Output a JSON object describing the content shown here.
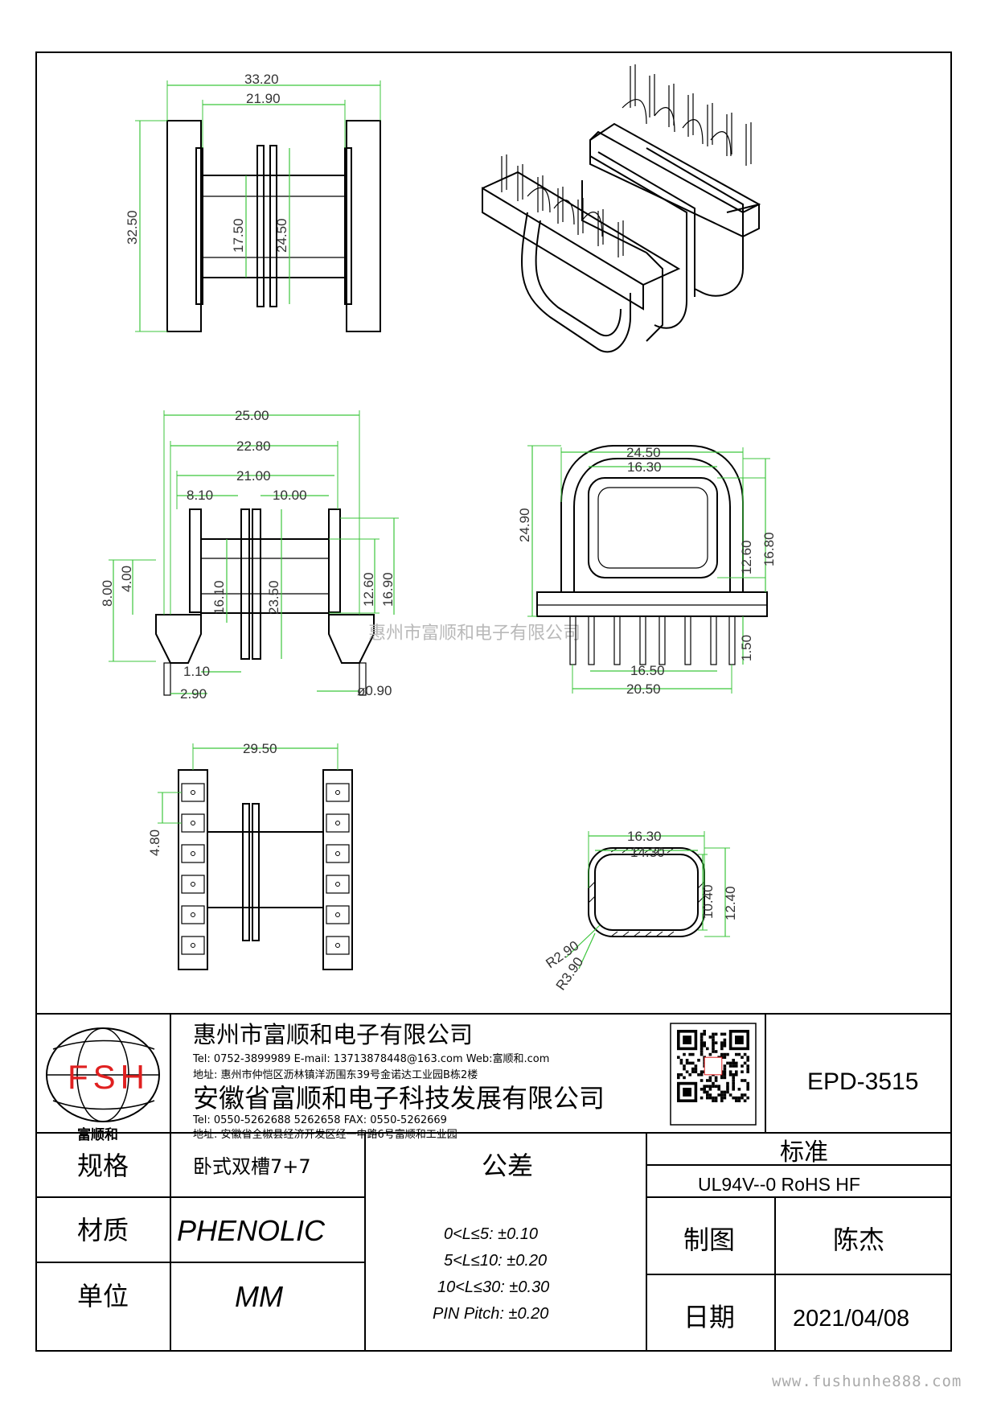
{
  "drawing": {
    "top_view": {
      "overall_width": "33.20",
      "inner_width": "21.90",
      "height": "32.50",
      "core_height": "17.50",
      "flange_height": "24.50"
    },
    "front_view": {
      "w1": "25.00",
      "w2": "22.80",
      "w3": "21.00",
      "left_slot": "8.10",
      "right_slot": "10.00",
      "h8": "8.00",
      "h4": "4.00",
      "h1610": "16.10",
      "h2350": "23.50",
      "h1260": "12.60",
      "h1690": "16.90",
      "flange": "1.10",
      "pin_off": "2.90",
      "pin_dia": "ø0.90"
    },
    "side_view": {
      "width": "24.50",
      "inner": "16.30",
      "height": "24.90",
      "h1260": "12.60",
      "h1680": "16.80",
      "pin_span": "16.50",
      "base": "20.50",
      "pin_len": "1.50"
    },
    "bottom_view": {
      "length": "29.50",
      "pitch": "4.80"
    },
    "section_view": {
      "outer_w": "16.30",
      "inner_w": "14.30",
      "inner_h": "10.40",
      "outer_h": "12.40",
      "r_in": "R2.90",
      "r_out": "R3.90"
    },
    "watermark": "惠州市富顺和电子有限公司"
  },
  "title_block": {
    "logo_text": "FSH",
    "logo_caption": "富顺和",
    "company1": "惠州市富顺和电子有限公司",
    "company1_contact": "Tel:  0752-3899989   E-mail: 13713878448@163.com  Web:富顺和.com",
    "company1_address": "地址: 惠州市仲恺区沥林镇洋沥围东39号金诺达工业园B栋2楼",
    "company2": "安徽省富顺和电子科技发展有限公司",
    "company2_contact": "Tel:   0550-5262688  5262658      FAX:  0550-5262669",
    "company2_address": "地址: 安徽省全椒县经济开发区经一中路6号富顺和工业园",
    "part_no": "EPD-3515",
    "spec_label": "规格",
    "spec_value": "卧式双槽7+7",
    "material_label": "材质",
    "material_value": "PHENOLIC",
    "unit_label": "单位",
    "unit_value": "MM",
    "tolerance_label": "公差",
    "tolerances": [
      "0<L≤5: ±0.10",
      "5<L≤10: ±0.20",
      "10<L≤30: ±0.30",
      "PIN Pitch: ±0.20"
    ],
    "standard_label": "标准",
    "standard_value": "UL94V--0  RoHS HF",
    "drawn_label": "制图",
    "drawn_value": "陈杰",
    "date_label": "日期",
    "date_value": "2021/04/08"
  },
  "footer": {
    "website": "www.fushunhe888.com"
  },
  "colors": {
    "dimension_line": "#3cc63c",
    "logo_red": "#e02020"
  }
}
